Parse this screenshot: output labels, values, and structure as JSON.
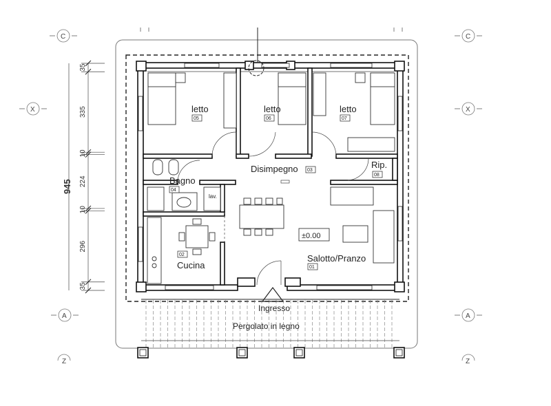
{
  "rooms": {
    "letto1": {
      "name": "letto",
      "code": "05"
    },
    "letto2": {
      "name": "letto",
      "code": "06"
    },
    "letto3": {
      "name": "letto",
      "code": "07"
    },
    "disimpegno": {
      "name": "Disimpegno",
      "code": "03"
    },
    "rip": {
      "name": "Rip.",
      "code": "08"
    },
    "bagno": {
      "name": "Bagno",
      "code": "04"
    },
    "lav": {
      "name": "lav."
    },
    "cucina": {
      "name": "Cucina",
      "code": "02"
    },
    "salotto": {
      "name": "Salotto/Pranzo",
      "code": "01"
    }
  },
  "level": "±0.00",
  "ingresso": "Ingresso",
  "pergolato": "Pergolato in legno",
  "dimensions": {
    "total": "945",
    "segments": [
      "35",
      "335",
      "10",
      "224",
      "10",
      "296",
      "35"
    ]
  },
  "axes": {
    "c": "C",
    "x": "X",
    "a": "A",
    "z": "Z"
  }
}
